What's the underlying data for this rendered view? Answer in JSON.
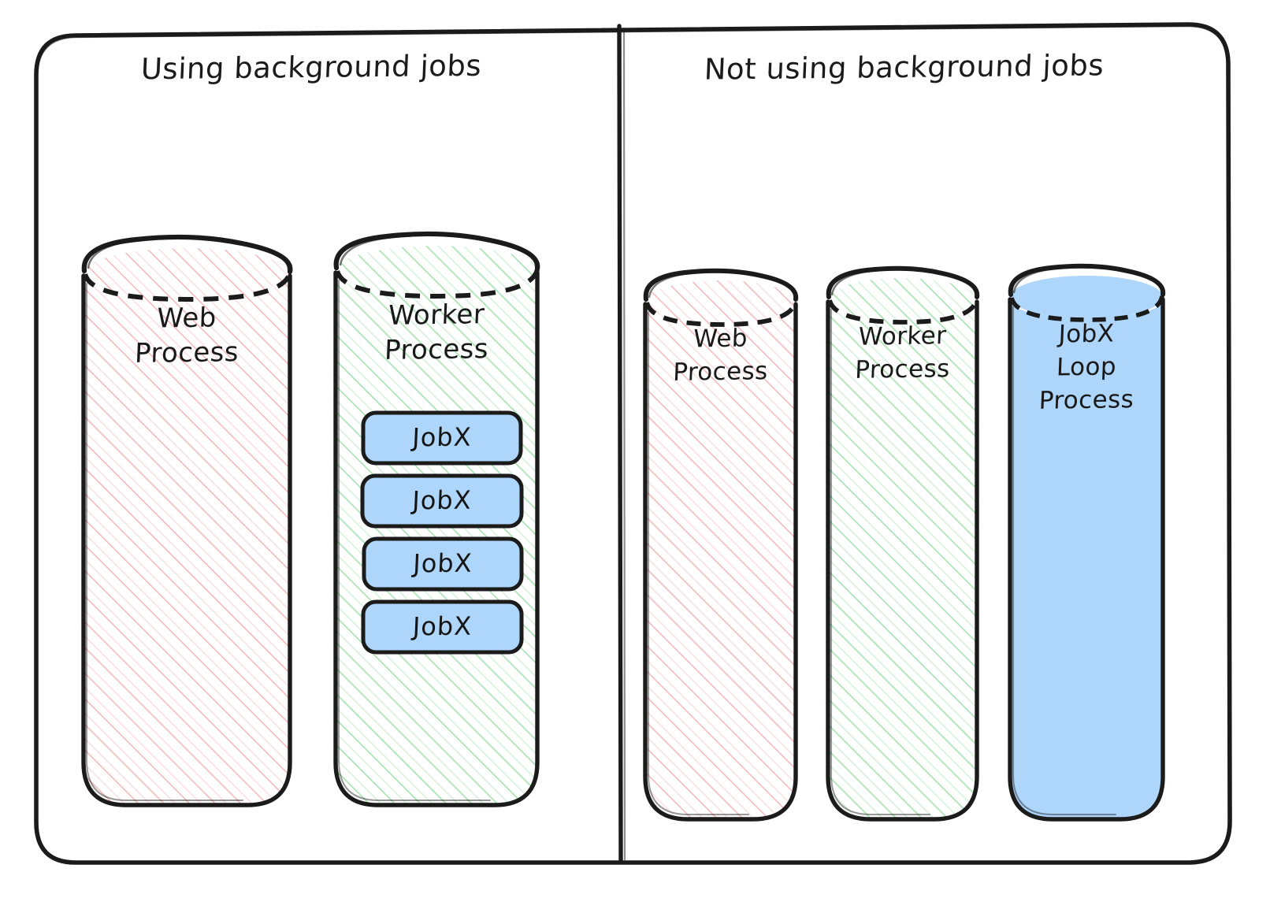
{
  "diagram": {
    "title_left": "Using background jobs",
    "title_right": "Not using background jobs",
    "colors": {
      "ink": "#1b1b1b",
      "red_hatch": "#f3bdbe",
      "green_hatch": "#aee4b6",
      "blue_fill": "#aed6fb",
      "background": "#ffffff"
    }
  },
  "panels": [
    {
      "id": "using-background-jobs",
      "title": "Using background jobs",
      "processes": [
        {
          "id": "left-web-process",
          "label_lines": [
            "Web",
            "Process"
          ],
          "style": "red-hatch",
          "jobs": []
        },
        {
          "id": "left-worker-process",
          "label_lines": [
            "Worker",
            "Process"
          ],
          "style": "green-hatch",
          "jobs": [
            "JobX",
            "JobX",
            "JobX",
            "JobX"
          ]
        }
      ]
    },
    {
      "id": "not-using-background-jobs",
      "title": "Not using background jobs",
      "processes": [
        {
          "id": "right-web-process",
          "label_lines": [
            "Web",
            "Process"
          ],
          "style": "red-hatch",
          "jobs": []
        },
        {
          "id": "right-worker-process",
          "label_lines": [
            "Worker",
            "Process"
          ],
          "style": "green-hatch",
          "jobs": []
        },
        {
          "id": "right-jobx-loop-process",
          "label_lines": [
            "JobX",
            "Loop",
            "Process"
          ],
          "style": "blue-solid",
          "jobs": []
        }
      ]
    }
  ],
  "labels": {
    "left_web_l1": "Web",
    "left_web_l2": "Process",
    "left_worker_l1": "Worker",
    "left_worker_l2": "Process",
    "right_web_l1": "Web",
    "right_web_l2": "Process",
    "right_worker_l1": "Worker",
    "right_worker_l2": "Process",
    "right_loop_l1": "JobX",
    "right_loop_l2": "Loop",
    "right_loop_l3": "Process",
    "job_1": "JobX",
    "job_2": "JobX",
    "job_3": "JobX",
    "job_4": "JobX"
  }
}
